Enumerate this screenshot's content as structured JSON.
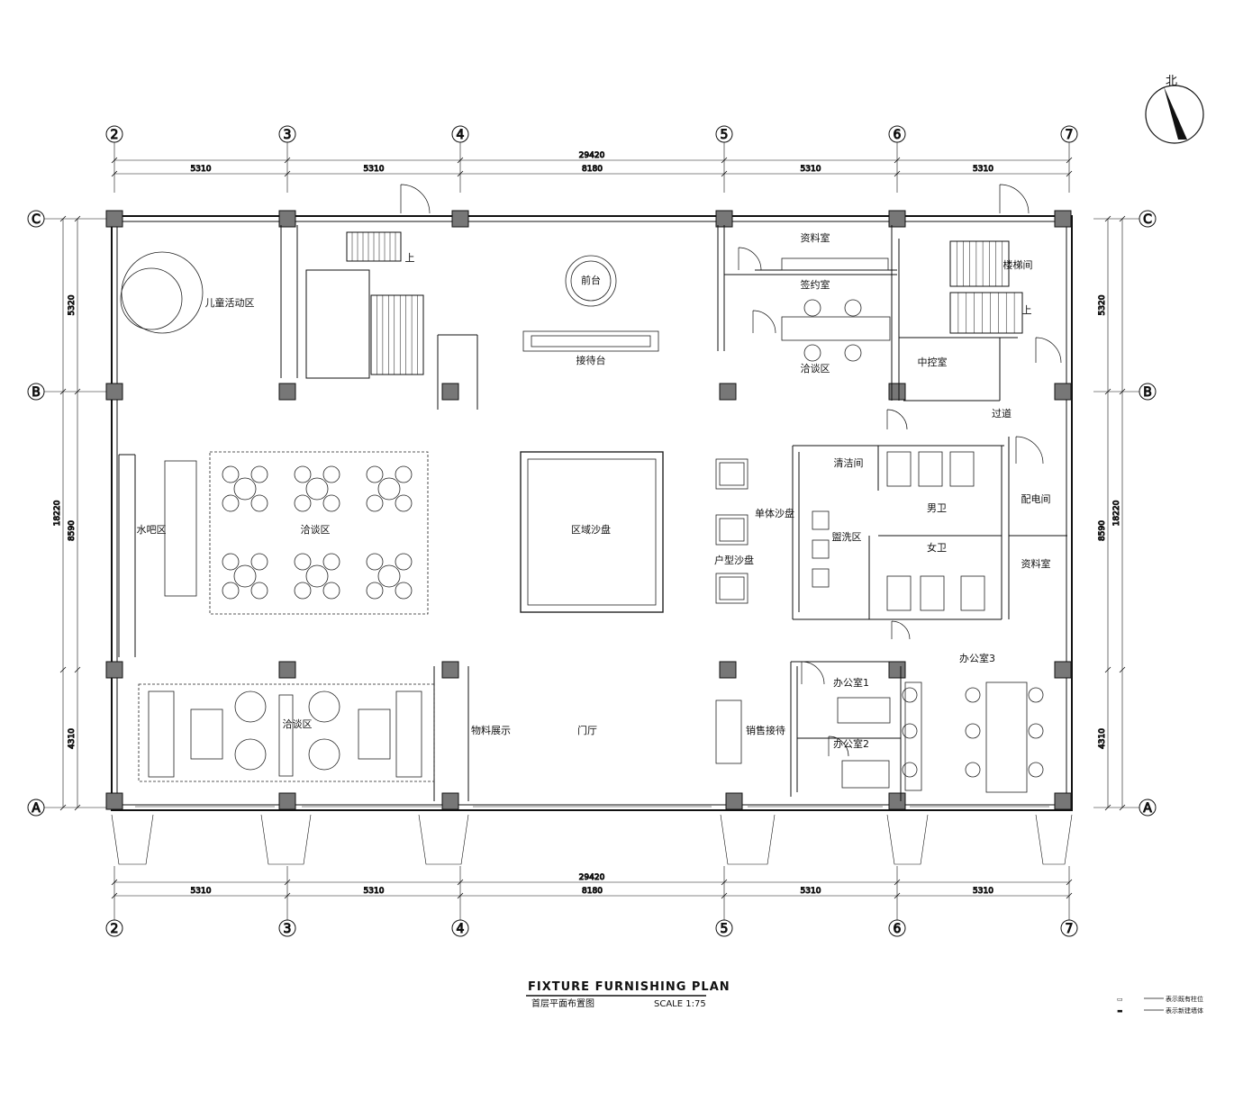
{
  "compass": {
    "label": "北"
  },
  "grid": {
    "columns": [
      "2",
      "3",
      "4",
      "5",
      "6",
      "7"
    ],
    "rows": [
      "C",
      "B",
      "A"
    ]
  },
  "dimensions": {
    "top_total": "29420",
    "top_spans": [
      "5310",
      "5310",
      "8180",
      "5310",
      "5310"
    ],
    "bottom_total": "29420",
    "bottom_spans": [
      "5310",
      "5310",
      "8180",
      "5310",
      "5310"
    ],
    "left_total": "18220",
    "right_total": "18220",
    "side_spans": [
      "5320",
      "8590",
      "4310"
    ]
  },
  "rooms": {
    "kids_area": "儿童活动区",
    "reception": "前台",
    "reception_label": "接待台",
    "archive_top": "资料室",
    "signing_room": "签约室",
    "negotiation_right": "洽谈区",
    "stair_right": "楼梯间",
    "control_room": "中控室",
    "corridor": "过道",
    "cleaning": "清洁间",
    "men": "男卫",
    "women": "女卫",
    "washing": "盥洗区",
    "power_room": "配电间",
    "archive_right": "资料室",
    "bar": "水吧区",
    "negotiation": "洽谈区",
    "sand_table": "区域沙盘",
    "model_sand": "单体沙盘",
    "unit_sand": "户型沙盘",
    "vip_negotiation": "洽谈区",
    "material_display": "物料展示",
    "entrance_hall": "门厅",
    "sales_reception": "销售接待",
    "office1": "办公室1",
    "office2": "办公室2",
    "office3": "办公室3",
    "stair_up": "上"
  },
  "title": {
    "english": "FIXTURE FURNISHING PLAN",
    "chinese": "首层平面布置图",
    "scale": "SCALE 1:75"
  },
  "legend": [
    {
      "symbol": "▭",
      "text": "表示既有柱位"
    },
    {
      "symbol": "▬",
      "text": "表示新建墙体"
    }
  ]
}
